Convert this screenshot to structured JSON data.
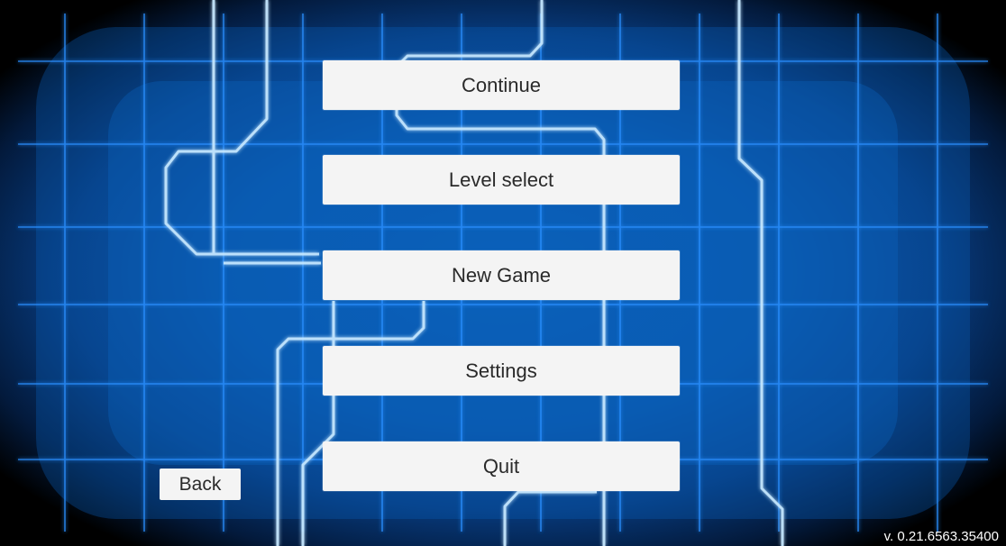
{
  "menu": {
    "continue_label": "Continue",
    "level_select_label": "Level select",
    "new_game_label": "New Game",
    "settings_label": "Settings",
    "quit_label": "Quit"
  },
  "back_label": "Back",
  "version": "v. 0.21.6563.35400",
  "colors": {
    "background_center": "#0b5fb8",
    "background_edge": "#000000",
    "grid_line": "#2a8fff",
    "circuit_line": "#bfe4ff",
    "button_bg": "#f4f4f4",
    "button_text": "#2a2a2a",
    "version_text": "#ffffff"
  }
}
